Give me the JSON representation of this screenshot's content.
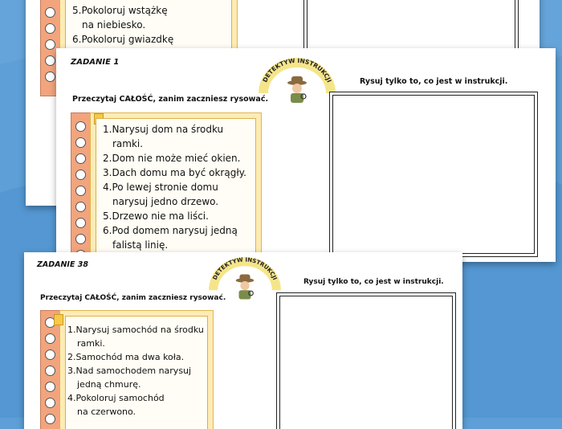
{
  "sheets": {
    "back": {
      "steps": [
        {
          "num": "5.",
          "lines": [
            "Pokoloruj wstążkę",
            "na niebiesko."
          ]
        },
        {
          "num": "6.",
          "lines": [
            "Pokoloruj gwiazdkę"
          ]
        }
      ]
    },
    "middle": {
      "title": "ZADANIE 1",
      "badge": "DETEKTYW INSTRUKCJI",
      "lead": "Przeczytaj CAŁOŚĆ, zanim zaczniesz rysować.",
      "draw_note": "Rysuj tylko to, co jest w instrukcji.",
      "steps": [
        {
          "num": "1.",
          "lines": [
            "Narysuj dom na środku",
            "ramki."
          ]
        },
        {
          "num": "2.",
          "lines": [
            "Dom nie może mieć okien."
          ]
        },
        {
          "num": "3.",
          "lines": [
            "Dach domu ma być okrągły."
          ]
        },
        {
          "num": "4.",
          "lines": [
            "Po lewej stronie domu",
            "narysuj jedno drzewo."
          ]
        },
        {
          "num": "5.",
          "lines": [
            "Drzewo nie ma liści."
          ]
        },
        {
          "num": "6.",
          "lines": [
            "Pod domem narysuj jedną",
            "falistą linię."
          ]
        }
      ]
    },
    "front": {
      "title": "ZADANIE 38",
      "badge": "DETEKTYW INSTRUKCJI",
      "lead": "Przeczytaj CAŁOŚĆ, zanim zaczniesz rysować.",
      "draw_note": "Rysuj tylko to, co jest w instrukcji.",
      "steps": [
        {
          "num": "1.",
          "lines": [
            "Narysuj samochód na środku",
            "ramki."
          ]
        },
        {
          "num": "2.",
          "lines": [
            "Samochód ma dwa koła."
          ]
        },
        {
          "num": "3.",
          "lines": [
            "Nad samochodem narysuj",
            "jedną chmurę."
          ]
        },
        {
          "num": "4.",
          "lines": [
            "Pokoloruj samochód",
            "na czerwono."
          ]
        }
      ]
    }
  },
  "colors": {
    "background": "#5d9fd6",
    "ring_strip": "#f2a47d",
    "note_page": "#fdebb6",
    "badge_arc": "#f5e58a"
  }
}
